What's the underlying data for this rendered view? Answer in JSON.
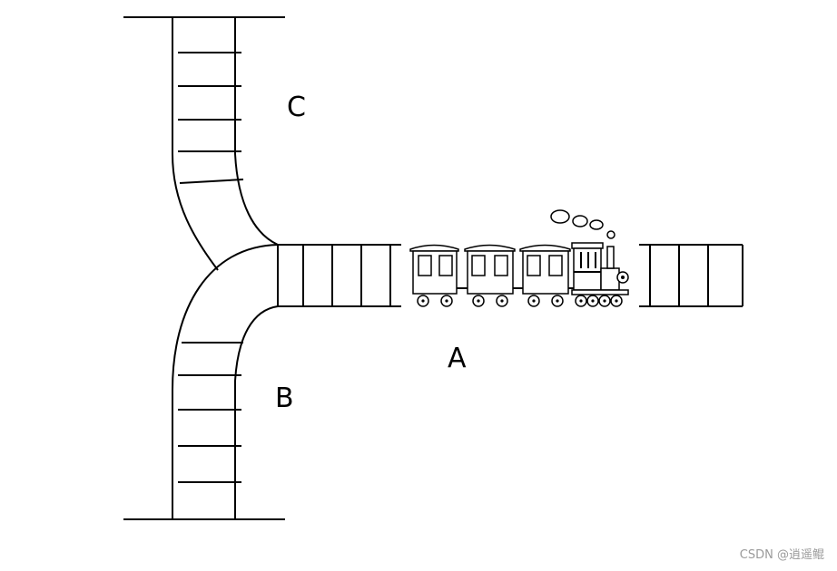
{
  "labels": {
    "a": "A",
    "b": "B",
    "c": "C"
  },
  "watermark": "CSDN @逍遥鲲"
}
